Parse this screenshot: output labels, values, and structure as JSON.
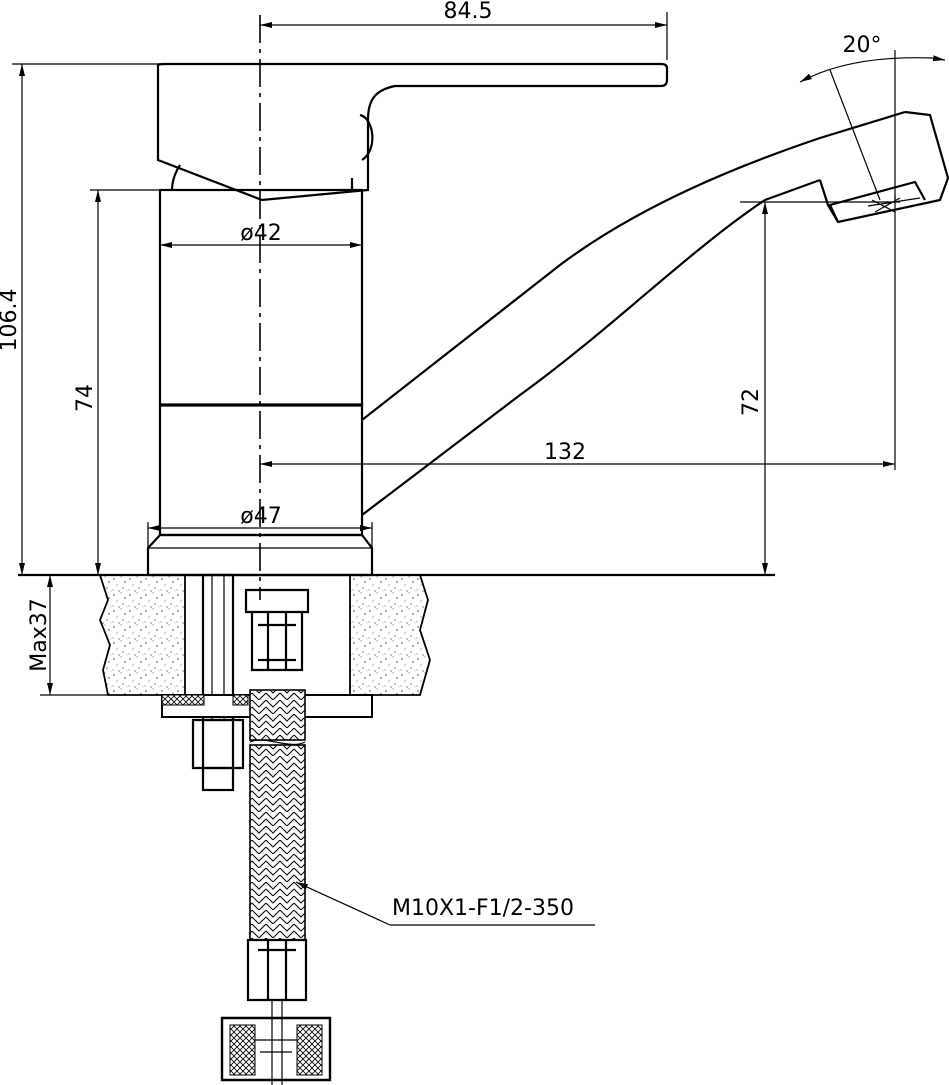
{
  "dimensions": {
    "handle_reach": "84.5",
    "handle_angle": "20°",
    "total_height": "106.4",
    "body_height": "74",
    "body_diameter": "ø42",
    "base_diameter": "ø47",
    "spout_reach": "132",
    "spout_height": "72",
    "max_mount_thickness": "Max37"
  },
  "callouts": {
    "hose": "M10X1-F1/2-350"
  }
}
